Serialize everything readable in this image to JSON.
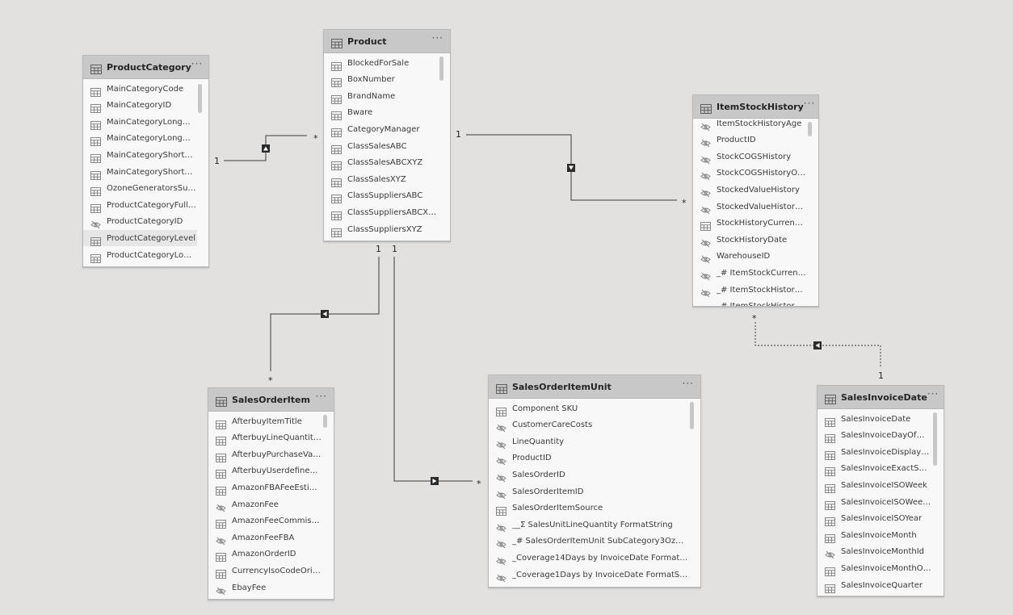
{
  "tables": [
    {
      "id": "productcategory",
      "title": "ProductCategory",
      "more": "···",
      "fields": [
        {
          "name": "MainCategoryCode",
          "icon": "table-column-icon"
        },
        {
          "name": "MainCategoryID",
          "icon": "table-column-icon"
        },
        {
          "name": "MainCategoryLongNa...",
          "icon": "table-column-icon"
        },
        {
          "name": "MainCategoryLongNa...",
          "icon": "table-column-icon"
        },
        {
          "name": "MainCategoryShortN...",
          "icon": "table-column-icon"
        },
        {
          "name": "MainCategoryShortN...",
          "icon": "table-column-icon"
        },
        {
          "name": "OzoneGeneratorsSub...",
          "icon": "table-column-icon"
        },
        {
          "name": "ProductCategoryFullC...",
          "icon": "table-column-icon"
        },
        {
          "name": "ProductCategoryID",
          "icon": "hidden-column-icon"
        },
        {
          "name": "ProductCategoryLevel",
          "icon": "table-column-icon"
        },
        {
          "name": "ProductCategoryLong...",
          "icon": "table-column-icon"
        }
      ]
    },
    {
      "id": "product",
      "title": "Product",
      "more": "···",
      "fields": [
        {
          "name": "BlockedForSale",
          "icon": "table-column-icon"
        },
        {
          "name": "BoxNumber",
          "icon": "table-column-icon"
        },
        {
          "name": "BrandName",
          "icon": "table-column-icon"
        },
        {
          "name": "Bware",
          "icon": "table-column-icon"
        },
        {
          "name": "CategoryManager",
          "icon": "table-column-icon"
        },
        {
          "name": "ClassSalesABC",
          "icon": "table-column-icon"
        },
        {
          "name": "ClassSalesABCXYZ",
          "icon": "table-column-icon"
        },
        {
          "name": "ClassSalesXYZ",
          "icon": "table-column-icon"
        },
        {
          "name": "ClassSuppliersABC",
          "icon": "table-column-icon"
        },
        {
          "name": "ClassSuppliersABCXYZ",
          "icon": "table-column-icon"
        },
        {
          "name": "ClassSuppliersXYZ",
          "icon": "table-column-icon"
        }
      ]
    },
    {
      "id": "itemstockhistory",
      "title": "ItemStockHistory",
      "more": "···",
      "fields": [
        {
          "name": "ItemStockHistoryAge",
          "icon": "hidden-column-icon"
        },
        {
          "name": "ProductID",
          "icon": "hidden-column-icon"
        },
        {
          "name": "StockCOGSHistory",
          "icon": "hidden-column-icon"
        },
        {
          "name": "StockCOGSHistoryOri...",
          "icon": "hidden-column-icon"
        },
        {
          "name": "StockedValueHistory",
          "icon": "hidden-column-icon"
        },
        {
          "name": "StockedValueHistoryO...",
          "icon": "hidden-column-icon"
        },
        {
          "name": "StockHistoryCurrencyl...",
          "icon": "table-column-icon"
        },
        {
          "name": "StockHistoryDate",
          "icon": "hidden-column-icon"
        },
        {
          "name": "WarehouseID",
          "icon": "hidden-column-icon"
        },
        {
          "name": "_# ItemStockCurrent F...",
          "icon": "hidden-column-icon"
        },
        {
          "name": "_# ItemStockHistory E...",
          "icon": "hidden-column-icon"
        },
        {
          "name": "_# ItemStockHistory F...",
          "icon": "hidden-column-icon"
        }
      ]
    },
    {
      "id": "salesorderitem",
      "title": "SalesOrderItem",
      "more": "···",
      "fields": [
        {
          "name": "AfterbuyItemTitle",
          "icon": "table-column-icon"
        },
        {
          "name": "AfterbuyLineQuantity...",
          "icon": "table-column-icon"
        },
        {
          "name": "AfterbuyPurchaseValu...",
          "icon": "table-column-icon"
        },
        {
          "name": "AfterbuyUserdefinedfl...",
          "icon": "table-column-icon"
        },
        {
          "name": "AmazonFBAFeeEstima...",
          "icon": "table-column-icon"
        },
        {
          "name": "AmazonFee",
          "icon": "hidden-column-icon"
        },
        {
          "name": "AmazonFeeCommissi...",
          "icon": "table-column-icon"
        },
        {
          "name": "AmazonFeeFBA",
          "icon": "hidden-column-icon"
        },
        {
          "name": "AmazonOrderID",
          "icon": "table-column-icon"
        },
        {
          "name": "CurrencyIsoCodeOrigin",
          "icon": "table-column-icon"
        },
        {
          "name": "EbayFee",
          "icon": "hidden-column-icon"
        }
      ]
    },
    {
      "id": "salesorderitemunit",
      "title": "SalesOrderItemUnit",
      "more": "···",
      "fields": [
        {
          "name": "Component SKU",
          "icon": "table-column-icon"
        },
        {
          "name": "CustomerCareCosts",
          "icon": "hidden-column-icon"
        },
        {
          "name": "LineQuantity",
          "icon": "hidden-column-icon"
        },
        {
          "name": "ProductID",
          "icon": "hidden-column-icon"
        },
        {
          "name": "SalesOrderID",
          "icon": "hidden-column-icon"
        },
        {
          "name": "SalesOrderItemID",
          "icon": "hidden-column-icon"
        },
        {
          "name": "SalesOrderItemSource",
          "icon": "table-column-icon"
        },
        {
          "name": "__Σ SalesUnitLineQuantity FormatString",
          "icon": "hidden-column-icon"
        },
        {
          "name": "_# SalesOrderItemUnit SubCategory3Ozon F...",
          "icon": "hidden-column-icon"
        },
        {
          "name": "_Coverage14Days by InvoiceDate FormatStri...",
          "icon": "hidden-column-icon"
        },
        {
          "name": "_Coverage1Days by InvoiceDate FormatString",
          "icon": "hidden-column-icon"
        }
      ]
    },
    {
      "id": "salesinvoicedate",
      "title": "SalesInvoiceDate",
      "more": "···",
      "fields": [
        {
          "name": "SalesInvoiceDate",
          "icon": "table-column-icon"
        },
        {
          "name": "SalesInvoiceDayOfMo...",
          "icon": "table-column-icon"
        },
        {
          "name": "SalesInvoiceDisplayNa...",
          "icon": "table-column-icon"
        },
        {
          "name": "SalesInvoiceExactSam...",
          "icon": "table-column-icon"
        },
        {
          "name": "SalesInvoiceISOWeek",
          "icon": "table-column-icon"
        },
        {
          "name": "SalesInvoiceISOWeek...",
          "icon": "table-column-icon"
        },
        {
          "name": "SalesInvoiceISOYear",
          "icon": "table-column-icon"
        },
        {
          "name": "SalesInvoiceMonth",
          "icon": "table-column-icon"
        },
        {
          "name": "SalesInvoiceMonthId",
          "icon": "hidden-column-icon"
        },
        {
          "name": "SalesInvoiceMonthOf...",
          "icon": "table-column-icon"
        },
        {
          "name": "SalesInvoiceQuarter",
          "icon": "table-column-icon"
        }
      ]
    }
  ],
  "relationships": {
    "labels": {
      "productcategory_one": "1",
      "product_many": "*",
      "product_one_right": "1",
      "itemstockhistory_many": "*",
      "product_one_a": "1",
      "product_one_b": "1",
      "salesorderitem_many": "*",
      "salesorderitemunit_many": "*",
      "itemstockhistory_many_bottom": "*",
      "salesinvoicedate_one": "1"
    }
  },
  "colors": {
    "canvas": "#e3e1df",
    "header": "#c8c8c8",
    "card": "#f8f8f8",
    "line": "#3b3a39"
  }
}
